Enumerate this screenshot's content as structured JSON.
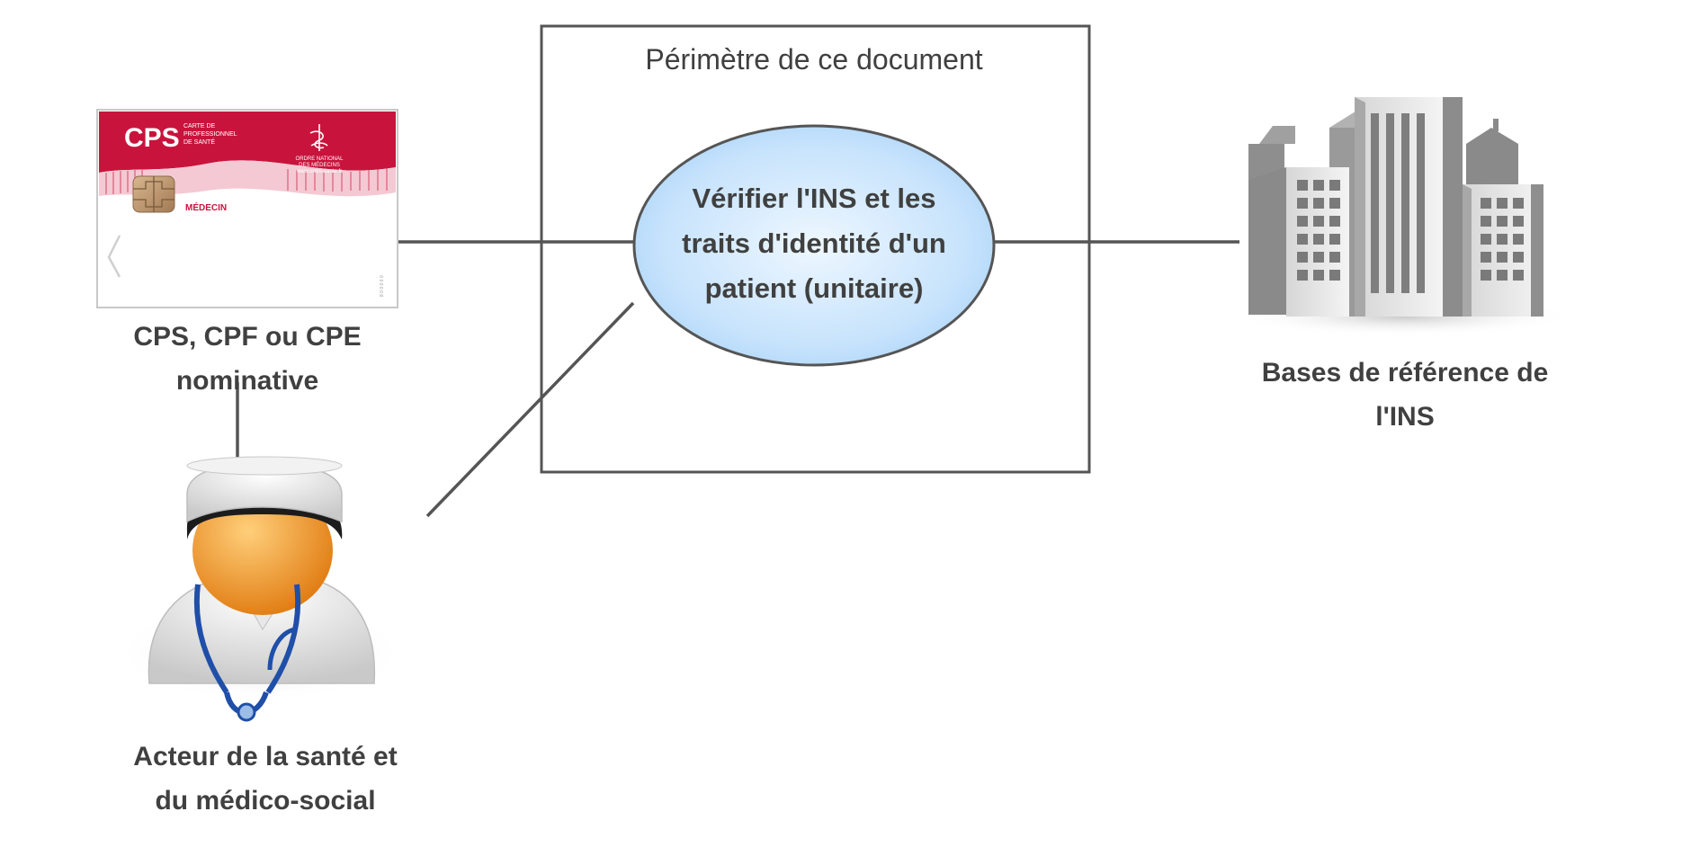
{
  "diagram": {
    "scope": {
      "title": "Périmètre de ce document"
    },
    "use_case": {
      "lines": [
        "Vérifier l'INS et les",
        "traits d'identité d'un",
        "patient (unitaire)"
      ]
    },
    "card": {
      "icon": "cps-card-icon",
      "brand": "CPS",
      "subtitle_lines": [
        "CARTE DE",
        "PROFESSIONNEL",
        "DE SANTÉ"
      ],
      "org_lines": [
        "ORDRE NATIONAL",
        "DES MÉDECINS",
        "www.ordre-sante.fr"
      ],
      "profession": "MÉDECIN",
      "label_lines": [
        "CPS, CPF ou CPE",
        "nominative"
      ]
    },
    "actor": {
      "icon": "doctor-icon",
      "label_lines": [
        "Acteur de la santé et",
        "du médico-social"
      ]
    },
    "reference": {
      "icon": "buildings-icon",
      "label_lines": [
        "Bases de référence de",
        "l'INS"
      ]
    },
    "colors": {
      "line": "#555555",
      "card_red": "#c8143c",
      "ellipse_light": "#e8f4ff",
      "ellipse_mid": "#b9dcfb",
      "text": "#404040"
    }
  }
}
